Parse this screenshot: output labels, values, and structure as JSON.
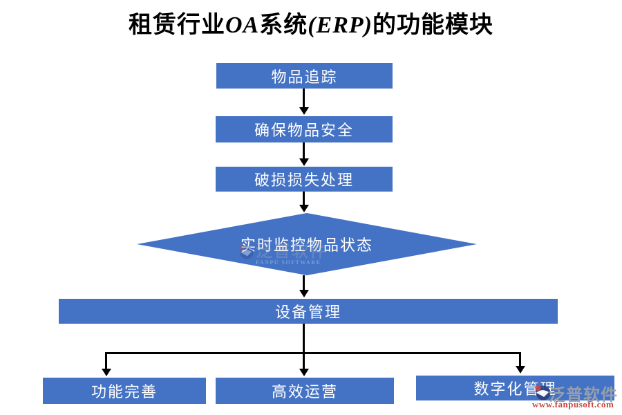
{
  "title": {
    "part1": "租赁行业",
    "part2": "OA",
    "part3": "系统",
    "part4": "(ERP)",
    "part5": "的功能模块"
  },
  "nodes": {
    "tracking": "物品追踪",
    "safety": "确保物品安全",
    "damage": "破损损失处理",
    "monitor": "实时监控物品状态",
    "equipment": "设备管理",
    "improve": "功能完善",
    "efficient": "高效运营",
    "digital": "数字化管理"
  },
  "watermark": {
    "brand": "泛普软件",
    "url": "www.fanpusoft.com",
    "caption": "FANPU SOFTWARE"
  },
  "colors": {
    "node_blue": "#4472C4",
    "arrow_black": "#000000",
    "watermark_red": "#C8473F",
    "watermark_gray": "#9AA1AC"
  }
}
